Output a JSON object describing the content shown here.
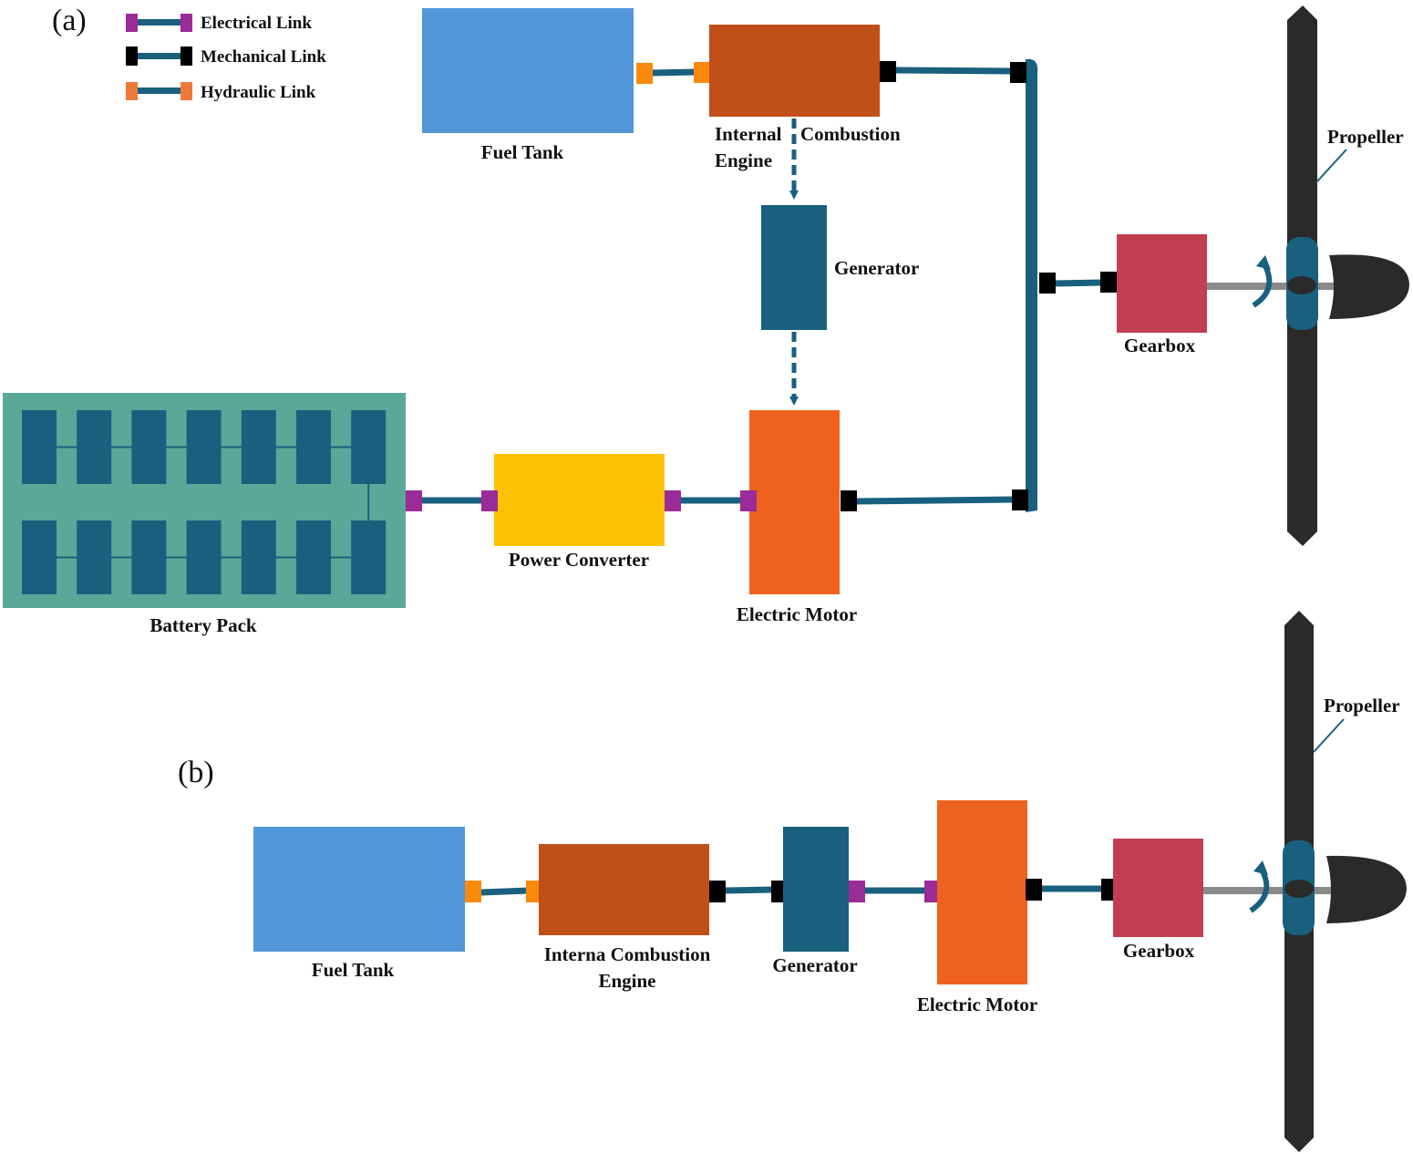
{
  "colors": {
    "link": "#19607f",
    "electrical_port": "#9b2b96",
    "mechanical_port": "#000000",
    "hydraulic_port": "#fb8a0c",
    "hydraulic_port_legend": "#ee7a3a",
    "fuel_tank": "#5096d8",
    "ice": "#c04f18",
    "generator": "#19607f",
    "electric_motor": "#ef621e",
    "power_converter": "#fec102",
    "gearbox": "#c23f52",
    "battery_pack": "#5aa897",
    "battery_cell": "#19607f",
    "propeller": "#2a2a2a",
    "hub": "#19607f",
    "shaft": "#8a8a8a"
  },
  "legend": {
    "items": [
      {
        "label": "Electrical Link",
        "type": "electrical"
      },
      {
        "label": "Mechanical Link",
        "type": "mechanical"
      },
      {
        "label": "Hydraulic Link",
        "type": "hydraulic"
      }
    ]
  },
  "panel_a": {
    "tag": "(a)",
    "fuel_tank": "Fuel Tank",
    "ice_line1": "Internal",
    "ice_line1b": "Combustion",
    "ice_line2": "Engine",
    "generator": "Generator",
    "battery_pack": "Battery Pack",
    "battery_cells_per_row": 7,
    "battery_rows": 2,
    "power_converter": "Power Converter",
    "electric_motor": "Electric Motor",
    "gearbox": "Gearbox",
    "propeller": "Propeller"
  },
  "panel_b": {
    "tag": "(b)",
    "fuel_tank": "Fuel Tank",
    "ice_line1": "Interna Combustion",
    "ice_line2": "Engine",
    "generator": "Generator",
    "electric_motor": "Electric Motor",
    "gearbox": "Gearbox",
    "propeller": "Propeller"
  }
}
